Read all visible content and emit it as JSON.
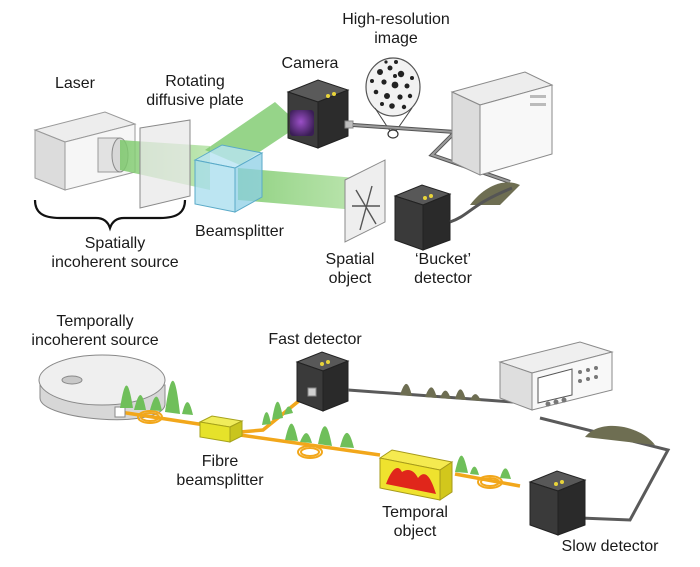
{
  "labels": {
    "high_res_1": "High-resolution",
    "high_res_2": "image",
    "laser": "Laser",
    "rotating_1": "Rotating",
    "rotating_2": "diffusive plate",
    "camera": "Camera",
    "spatially_1": "Spatially",
    "spatially_2": "incoherent source",
    "beamsplitter": "Beamsplitter",
    "spatial_obj_1": "Spatial",
    "spatial_obj_2": "object",
    "bucket_1": "‘Bucket’",
    "bucket_2": "detector",
    "temporally_1": "Temporally",
    "temporally_2": "incoherent source",
    "fast_detector": "Fast detector",
    "fibre_1": "Fibre",
    "fibre_2": "beamsplitter",
    "temporal_obj_1": "Temporal",
    "temporal_obj_2": "object",
    "slow_detector": "Slow detector"
  },
  "colors": {
    "beam_green": "#7cc96b",
    "fibre_orange": "#f2a71b",
    "detector_dark": "#3a3a3a",
    "splitter_yellow": "#e6e22a",
    "temporal_red": "#e0261b",
    "signal_olive": "#6e6e52"
  }
}
